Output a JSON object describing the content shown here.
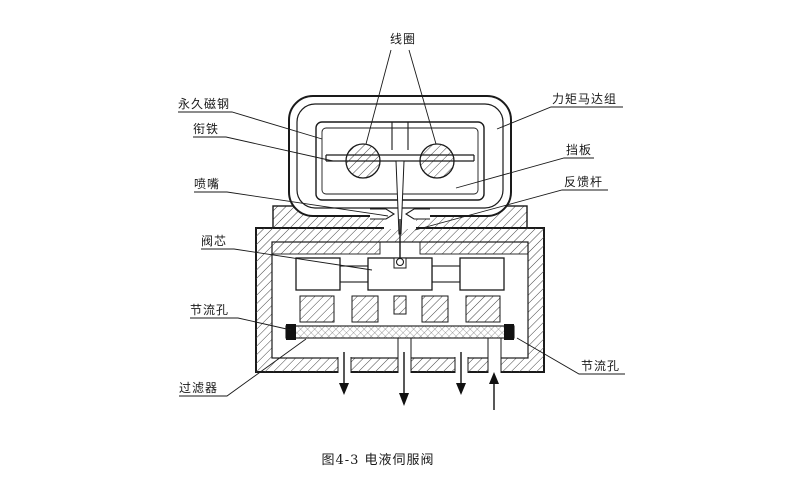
{
  "figure": {
    "caption": "图4-3 电液伺服阀",
    "labels": {
      "coil": "线圈",
      "permanent_magnet": "永久磁钢",
      "armature": "衔铁",
      "nozzle": "喷嘴",
      "spool": "阀芯",
      "orifice_left": "节流孔",
      "filter": "过滤器",
      "torque_motor_group": "力矩马达组",
      "baffle": "挡板",
      "feedback_rod": "反馈杆",
      "orifice_right": "节流孔"
    },
    "colors": {
      "line": "#1a1a1a",
      "background": "#ffffff"
    }
  }
}
